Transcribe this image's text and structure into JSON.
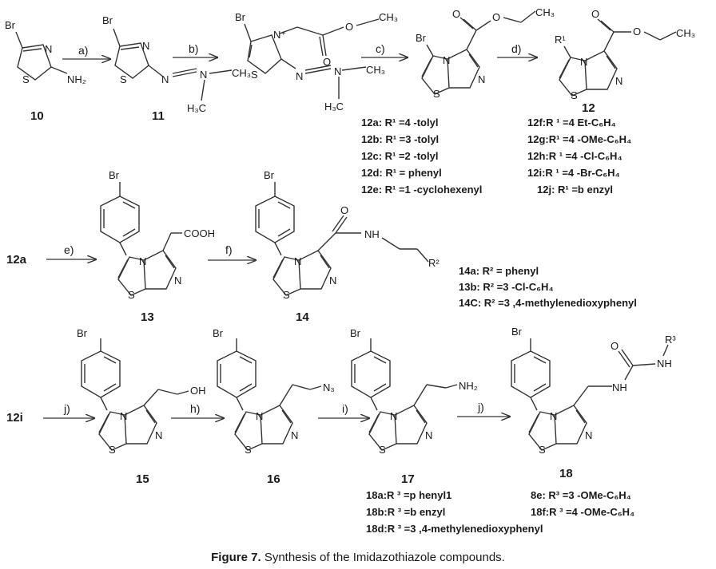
{
  "caption": {
    "label": "Figure 7.",
    "text": "Synthesis of the Imidazothiazole compounds."
  },
  "compounds": {
    "c10": "10",
    "c11": "11",
    "c12": "12",
    "c13": "13",
    "c14": "14",
    "c15": "15",
    "c16": "16",
    "c17": "17",
    "c18": "18"
  },
  "starting_labels": {
    "s12a": "12a",
    "s12i": "12i"
  },
  "steps": {
    "a": "a)",
    "b": "b)",
    "c": "c)",
    "d": "d)",
    "e": "e)",
    "f": "f)",
    "j1": "j)",
    "h": "h)",
    "i": "i)",
    "j2": "j)"
  },
  "atoms": {
    "Br": "Br",
    "N": "N",
    "S": "S",
    "NH2": "NH₂",
    "Nplus": "N⁺",
    "O": "O",
    "CH3": "CH₃",
    "H3C": "H₃C",
    "R1": "R¹",
    "R2": "R²",
    "R3": "R³",
    "COOH": "COOH",
    "NH": "NH",
    "OH": "OH",
    "N3": "N₃"
  },
  "substituents_12": [
    "12a: R¹ =4 -tolyl",
    "12b: R¹ =3 -tolyl",
    "12c: R¹ =2 -tolyl",
    "12d: R¹ = phenyl",
    "12e: R¹ =1 -cyclohexenyl",
    "12f:R ¹ =4 Et-C₆H₄",
    "12g:R¹ =4 -OMe-C₆H₄",
    "12h:R ¹ =4 -Cl-C₆H₄",
    "12i:R ¹ =4 -Br-C₆H₄",
    "12j: R¹  =b enzyl"
  ],
  "substituents_14": [
    "14a: R² = phenyl",
    "13b: R² =3 -Cl-C₆H₄",
    "14C: R² =3 ,4-methylenedioxyphenyl"
  ],
  "substituents_18": [
    "18a:R ³ =p henyl1",
    "18b:R ³ =b enzyl",
    "18d:R ³ =3 ,4-methylenedioxyphenyl",
    "8e: R³ =3 -OMe-C₆H₄",
    "18f:R ³ =4 -OMe-C₆H₄"
  ]
}
